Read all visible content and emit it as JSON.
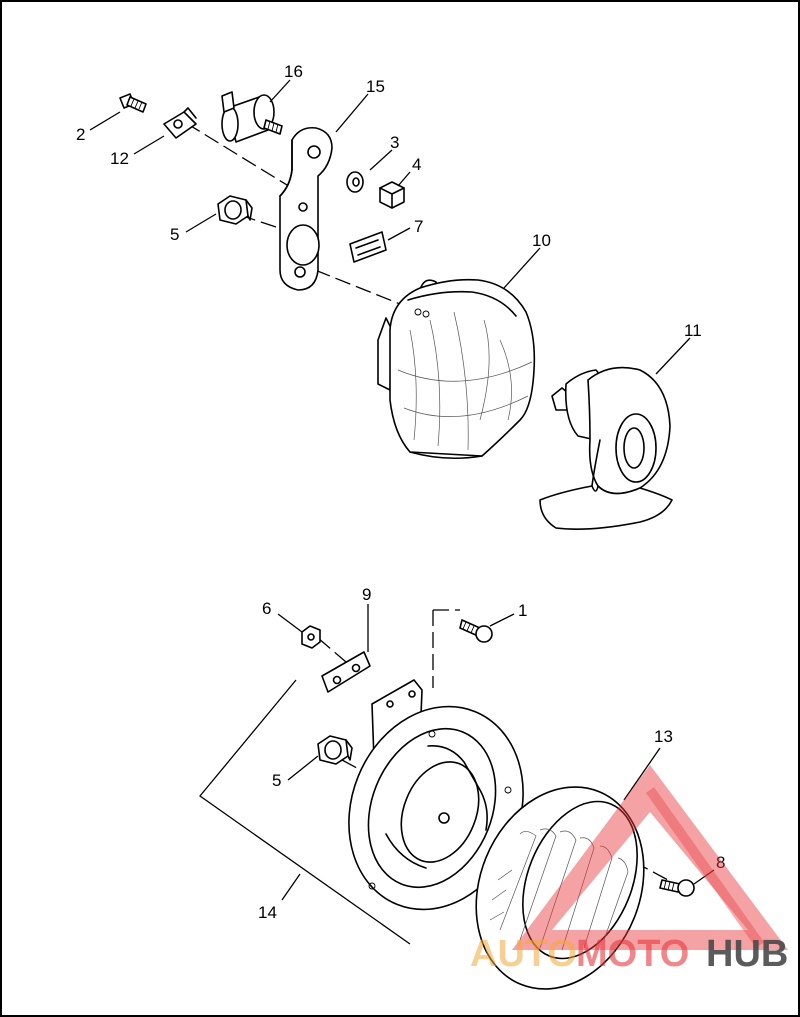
{
  "callouts": {
    "c1": "1",
    "c2": "2",
    "c3": "3",
    "c4": "4",
    "c5a": "5",
    "c5b": "5",
    "c6": "6",
    "c7": "7",
    "c8": "8",
    "c9": "9",
    "c10": "10",
    "c11": "11",
    "c12": "12",
    "c13": "13",
    "c14": "14",
    "c15": "15",
    "c16": "16"
  },
  "watermark": {
    "part1": "AUTO",
    "part2": "MOTO",
    "part3": "HUB",
    "color_red": "#e8383d",
    "color_orange": "#f4a93a",
    "color_gray": "#4a4a4a"
  }
}
